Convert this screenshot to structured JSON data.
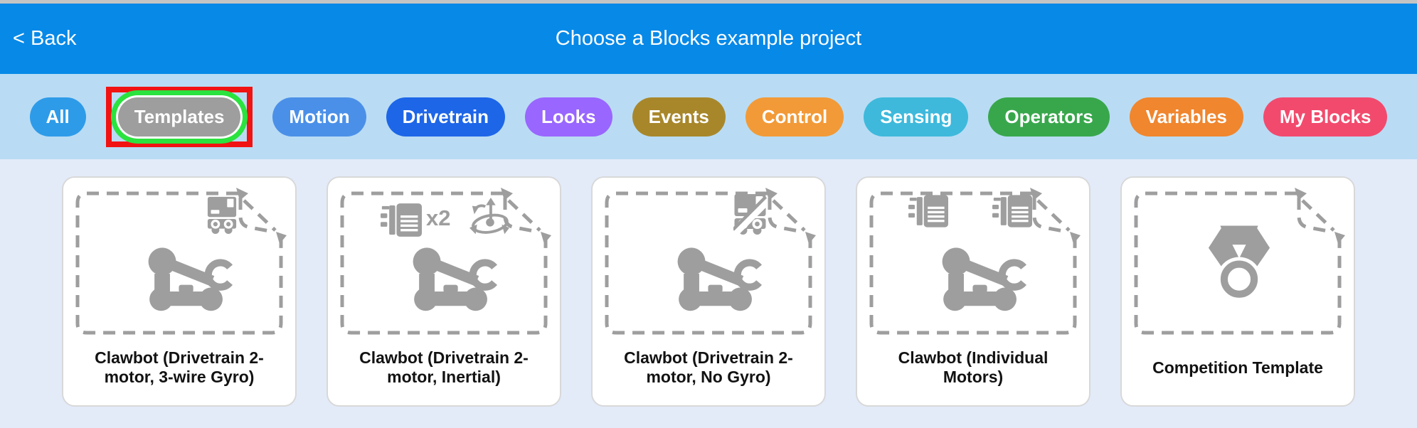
{
  "window": {
    "top_strip_color": "#C4C4C4"
  },
  "header": {
    "back_label": "< Back",
    "title": "Choose a Blocks example project",
    "bg_color": "#0789E8",
    "text_color": "#FFFFFF"
  },
  "filter_bar": {
    "bg_color": "#B9DCF4",
    "selection_annotation_color": "#F11212",
    "selection_ring_color": "#2BE23E",
    "pills": [
      {
        "label": "All",
        "color": "#2E9BE8",
        "selected": false
      },
      {
        "label": "Templates",
        "color": "#9E9E9E",
        "selected": true
      },
      {
        "label": "Motion",
        "color": "#4B90E8",
        "selected": false
      },
      {
        "label": "Drivetrain",
        "color": "#1D66E8",
        "selected": false
      },
      {
        "label": "Looks",
        "color": "#9966FF",
        "selected": false
      },
      {
        "label": "Events",
        "color": "#A8872B",
        "selected": false
      },
      {
        "label": "Control",
        "color": "#F29A37",
        "selected": false
      },
      {
        "label": "Sensing",
        "color": "#3EB9DC",
        "selected": false
      },
      {
        "label": "Operators",
        "color": "#38A74C",
        "selected": false
      },
      {
        "label": "Variables",
        "color": "#F0862E",
        "selected": false
      },
      {
        "label": "My Blocks",
        "color": "#F24A6D",
        "selected": false
      }
    ]
  },
  "content": {
    "bg_color": "#E3EBF9",
    "icon_color": "#9E9E9E",
    "x2_label": "x2",
    "cards": [
      {
        "title": "Clawbot (Drivetrain 2-motor, 3-wire Gyro)",
        "badge_icons": [
          "gyro"
        ],
        "main_icon": "clawbot"
      },
      {
        "title": "Clawbot (Drivetrain 2-motor, Inertial)",
        "badge_icons": [
          "motor",
          "x2",
          "inertial"
        ],
        "main_icon": "clawbot"
      },
      {
        "title": "Clawbot (Drivetrain 2-motor, No Gyro)",
        "badge_icons": [
          "gyro-slash"
        ],
        "main_icon": "clawbot"
      },
      {
        "title": "Clawbot (Individual Motors)",
        "badge_icons": [
          "motor",
          "motor"
        ],
        "main_icon": "clawbot"
      },
      {
        "title": "Competition Template",
        "badge_icons": [],
        "main_icon": "medal"
      }
    ]
  }
}
